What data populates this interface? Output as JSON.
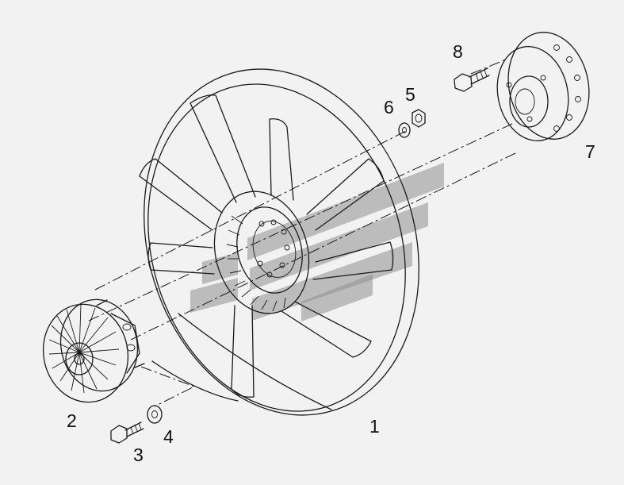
{
  "callouts": [
    {
      "id": "1",
      "text": "1"
    },
    {
      "id": "2",
      "text": "2"
    },
    {
      "id": "3",
      "text": "3"
    },
    {
      "id": "4",
      "text": "4"
    },
    {
      "id": "5",
      "text": "5"
    },
    {
      "id": "6",
      "text": "6"
    },
    {
      "id": "7",
      "text": "7"
    },
    {
      "id": "8",
      "text": "8"
    }
  ],
  "colors": {
    "background": "#f2f2f2",
    "line": "#1a1a1a",
    "watermark": "#8f8f8f"
  }
}
